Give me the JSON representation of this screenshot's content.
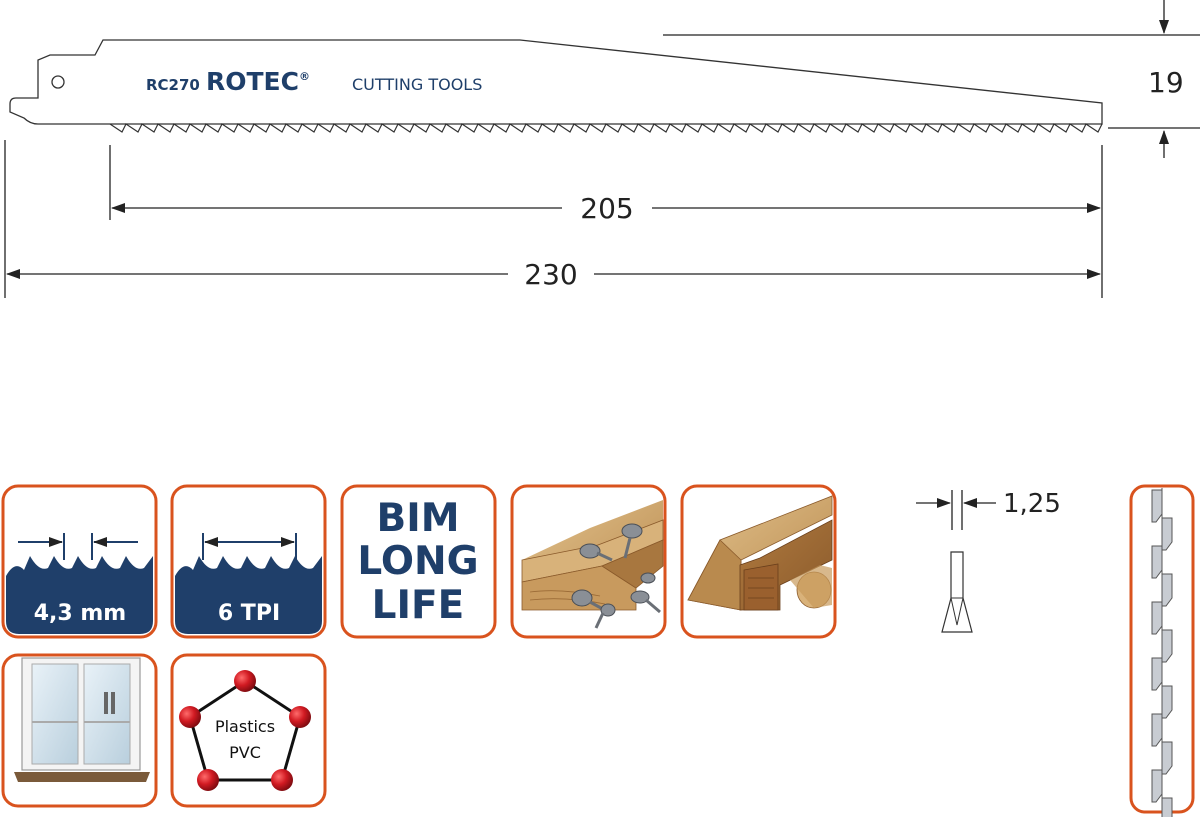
{
  "blade": {
    "model": "RC270",
    "brand": "ROTEC",
    "brand_mark": "®",
    "tagline": "CUTTING TOOLS"
  },
  "dimensions": {
    "working_length": "205",
    "total_length": "230",
    "height": "19",
    "thickness": "1,25"
  },
  "icons": {
    "tooth_pitch": "4,3 mm",
    "tpi": "6 TPI",
    "bim_line1": "BIM",
    "bim_line2": "LONG",
    "bim_line3": "LIFE",
    "plastics_line1": "Plastics",
    "plastics_line2": "PVC"
  },
  "colors": {
    "accent_orange": "#d9531e",
    "navy": "#1f3f6a",
    "wood": "#c79a5b",
    "red_ball": "#c8141c"
  }
}
